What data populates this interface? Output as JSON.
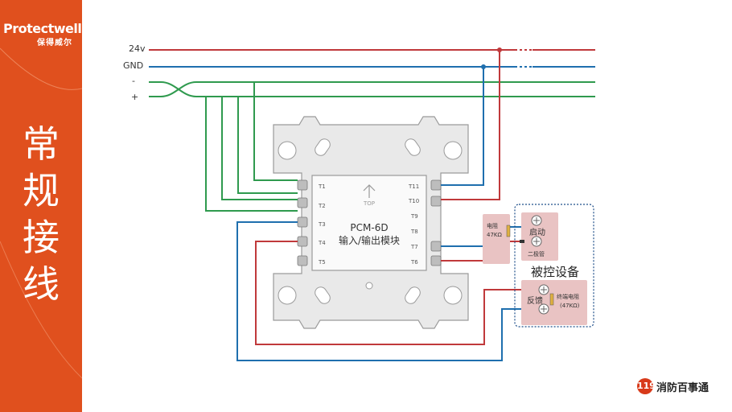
{
  "brand": {
    "name": "Protectwell",
    "name_cn": "保得威尔"
  },
  "page_title_chars": [
    "常",
    "规",
    "接",
    "线"
  ],
  "bus_lines": [
    {
      "label": "24v",
      "color": "#c0393b"
    },
    {
      "label": "GND",
      "color": "#1f6fae"
    },
    {
      "label": "-",
      "color": "#2f9a4e"
    },
    {
      "label": "+",
      "color": "#2f9a4e"
    }
  ],
  "module": {
    "model": "PCM-6D",
    "description": "输入/输出模块",
    "top_marker": "TOP",
    "left_terminals": [
      "T1",
      "T2",
      "T3",
      "T4",
      "T5"
    ],
    "right_terminals": [
      "T11",
      "T10",
      "T9",
      "T8",
      "T7",
      "T6"
    ]
  },
  "controlled_device": {
    "title": "被控设备",
    "start_label": "启动",
    "feedback_label": "反馈",
    "resistor_label": "电阻",
    "resistor_value": "47KΩ",
    "diode_label": "二极管",
    "end_resistor_label": "终端电阻",
    "end_resistor_value": "(47KΩ)"
  },
  "footer_logo": {
    "mark": "119",
    "text": "消防百事通"
  },
  "colors": {
    "accent": "#e0501e",
    "red_wire": "#c0393b",
    "blue_wire": "#1f6fae",
    "green_wire": "#2f9a4e",
    "device_fill": "#e9c3c3"
  }
}
